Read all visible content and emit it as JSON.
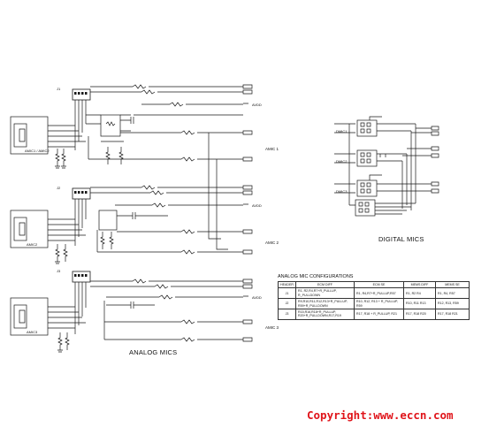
{
  "title_labels": {
    "amic1": "AMIC 1",
    "amic2": "AMIC 2",
    "amic3": "AMIC 3",
    "amic1_jack": "AMIC1 / AMIC2",
    "amic2_jack": "AMIC2",
    "amic3_jack": "AMIC3",
    "dmic1": "DMIC1",
    "dmic2": "DMIC2",
    "dmic3": "DMIC3",
    "avdd": "AVDD",
    "j1": "J1",
    "j2": "J2",
    "j3": "J3"
  },
  "captions": {
    "analog": "ANALOG MICS",
    "digital": "DIGITAL MICS"
  },
  "config_table": {
    "title": "ANALOG MIC CONFIGURATIONS",
    "headers": [
      "HEADER",
      "ECM DIFF",
      "ECM SE",
      "MEMS DIFF",
      "MEMS SE"
    ],
    "rows": [
      [
        "J1",
        "R1, R2,R4,R7+R_PULLUP, R_PULLDOWN",
        "R1, R4,R7+R_PULLUP,R57",
        "R1, R2 R4",
        "R1, R4, R57"
      ],
      [
        "J2",
        "R9,R10,R11,R12,R13+R_PULLUP, R59+R_PULLDOWN",
        "R10, R12, R13 + R_PULLUP, R59",
        "R10, R11 R13",
        "R12, R13, R59"
      ],
      [
        "J3",
        "R15,R16,R18+R_PULLUP, R20+R_PULLDOWN,R17,R19",
        "R17, R18 + R_PULLUP, R21",
        "R17, R18 R20",
        "R17, R18 R21"
      ]
    ]
  },
  "copyright": "Copyright:www.eccn.com",
  "colors": {
    "line": "#1a1a1a",
    "copyright": "#e0141a"
  }
}
